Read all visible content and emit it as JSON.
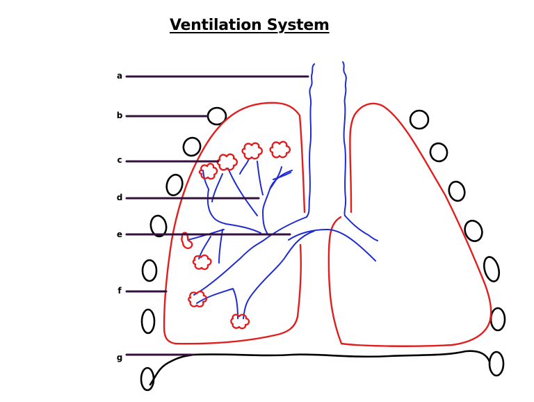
{
  "title": "Ventilation System",
  "labels": [
    {
      "letter": "a",
      "points_to": "trachea"
    },
    {
      "letter": "b",
      "points_to": "rib"
    },
    {
      "letter": "c",
      "points_to": "alveoli"
    },
    {
      "letter": "d",
      "points_to": "bronchiole"
    },
    {
      "letter": "e",
      "points_to": "bronchus"
    },
    {
      "letter": "f",
      "points_to": "pleural membrane"
    },
    {
      "letter": "g",
      "points_to": "diaphragm"
    }
  ],
  "colors": {
    "leader_line": "#35103f",
    "lung_outline": "#e21d1d",
    "airways": "#1d2bd1",
    "ribs_and_diaphragm": "#000000"
  }
}
